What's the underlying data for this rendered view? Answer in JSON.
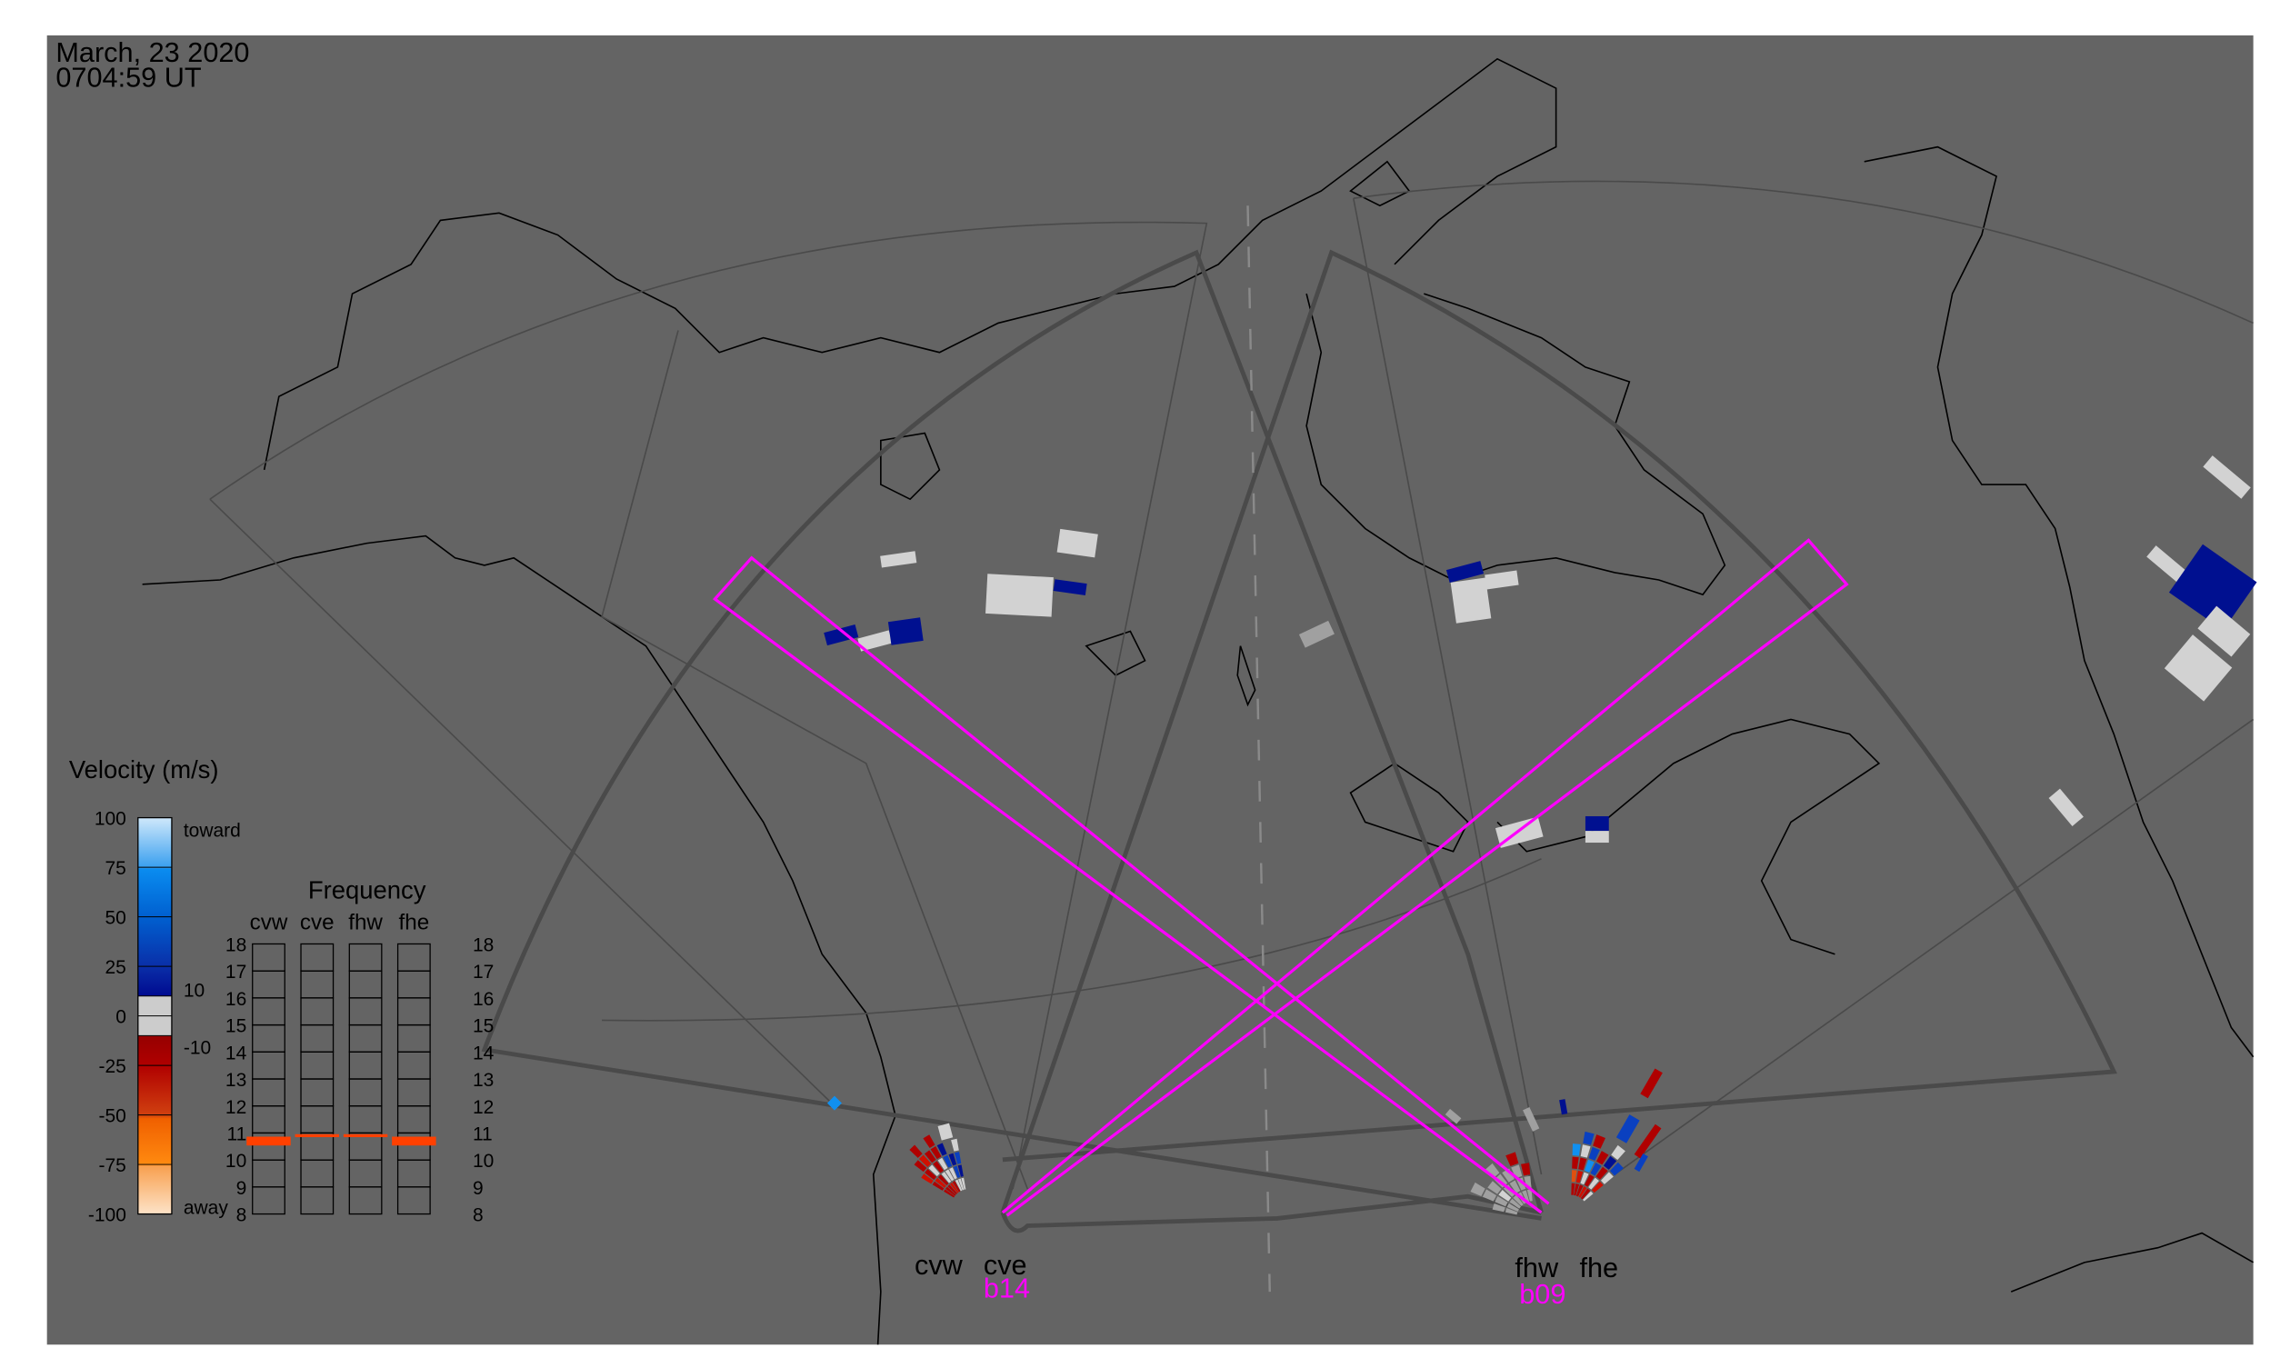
{
  "header": {
    "date": "March, 23 2020",
    "time": "0704:59 UT"
  },
  "velocity_legend": {
    "title": "Velocity (m/s)",
    "ticks": [
      "100",
      "75",
      "50",
      "25",
      "0",
      "-25",
      "-50",
      "-75",
      "-100"
    ],
    "toward_label": "toward",
    "away_label": "away",
    "threshold_high": "10",
    "threshold_low": "-10"
  },
  "frequency_panel": {
    "title": "Frequency",
    "radars": [
      "cvw",
      "cve",
      "fhw",
      "fhe"
    ],
    "ticks": [
      "18",
      "17",
      "16",
      "15",
      "14",
      "13",
      "12",
      "11",
      "10",
      "9",
      "8"
    ],
    "tuned_mhz": [
      10.7,
      10.9,
      10.9,
      10.7
    ],
    "marker_color": "#ff4000"
  },
  "radar_sites": {
    "cvw": "cvw",
    "cve": "cve",
    "cve_beam": "b14",
    "fhw": "fhw",
    "fhe": "fhe",
    "fhw_beam": "b09"
  },
  "colors": {
    "background": "#646464",
    "beam_highlight": "#ff00ff",
    "fov_outline": "#4a4a4a"
  }
}
